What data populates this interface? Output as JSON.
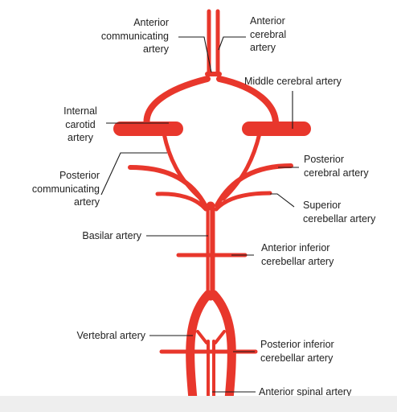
{
  "colors": {
    "artery": "#e8372c",
    "artery_highlight": "#f47a70",
    "leader_line": "#1a1a1a",
    "text": "#222222",
    "footer_bar": "#eeeeee"
  },
  "labels": {
    "anterior_communicating": [
      "Anterior",
      "communicating",
      "artery"
    ],
    "anterior_cerebral": [
      "Anterior",
      "cerebral",
      "artery"
    ],
    "middle_cerebral": [
      "Middle cerebral artery"
    ],
    "internal_carotid": [
      "Internal",
      "carotid",
      "artery"
    ],
    "posterior_cerebral": [
      "Posterior",
      "cerebral artery"
    ],
    "posterior_communicating": [
      "Posterior",
      "communicating",
      "artery"
    ],
    "superior_cerebellar": [
      "Superior",
      "cerebellar artery"
    ],
    "basilar": [
      "Basilar artery"
    ],
    "anterior_inferior_cerebellar": [
      "Anterior inferior",
      "cerebellar artery"
    ],
    "vertebral": [
      "Vertebral artery"
    ],
    "posterior_inferior_cerebellar": [
      "Posterior inferior",
      "cerebellar artery"
    ],
    "anterior_spinal": [
      "Anterior spinal artery"
    ]
  }
}
